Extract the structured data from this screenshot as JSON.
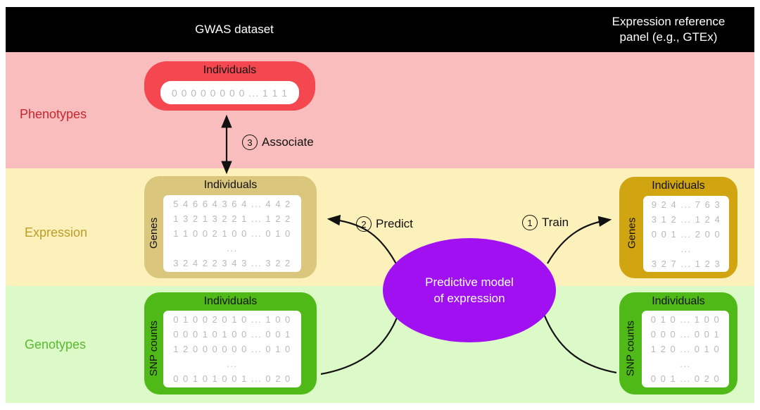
{
  "header": {
    "gwas_title": "GWAS dataset",
    "ref_title_line1": "Expression reference",
    "ref_title_line2": "panel (e.g., GTEx)"
  },
  "bands": {
    "phenotypes_label": "Phenotypes",
    "expression_label": "Expression",
    "genotypes_label": "Genotypes"
  },
  "boxes": {
    "phenotype_vector": {
      "title": "Individuals",
      "values": "0 0 0 0 0 0 0 0 ... 1 1 1"
    },
    "gwas_expression": {
      "title": "Individuals",
      "row_label": "Genes",
      "rows": [
        "5 4 6 6 4 3 6 4 ... 4 4 2",
        "1 3 2 1 3 2 2 1 ... 1 2 2",
        "1 1 0 0 2 1 0 0 ... 0 1 0",
        "...",
        "3 2 4 2 2 3 4 3 ... 3 2 2"
      ]
    },
    "ref_expression": {
      "title": "Individuals",
      "row_label": "Genes",
      "rows": [
        "9 2 4 ... 7 6 3",
        "3 1 2 ... 1 2 4",
        "0 0 1 ... 2 0 0",
        "...",
        "3 2 7 ... 1 2 3"
      ]
    },
    "gwas_genotypes": {
      "title": "Individuals",
      "row_label": "SNP counts",
      "rows": [
        "0 1 0 0 2 0 1 0 ... 1 0 0",
        "0 0 0 1 0 1 0 0 ... 0 0 1",
        "1 2 0 0 0 0 0 0 ... 0 1 0",
        "...",
        "0 0 1 0 1 0 0 1 ... 0 2 0"
      ]
    },
    "ref_genotypes": {
      "title": "Individuals",
      "row_label": "SNP counts",
      "rows": [
        "0 1 0 ... 1 0 0",
        "0 0 0 ... 0 0 1",
        "1 2 0 ... 0 1 0",
        "...",
        "0 0 1 ... 0 2 0"
      ]
    }
  },
  "model": {
    "line1": "Predictive model",
    "line2": "of expression"
  },
  "steps": {
    "train": {
      "number": "1",
      "label": "Train"
    },
    "predict": {
      "number": "2",
      "label": "Predict"
    },
    "associate": {
      "number": "3",
      "label": "Associate"
    }
  },
  "colors": {
    "header_bg": "#000000",
    "phenotype_band": "#f9bdbd",
    "expression_band": "#fcf0bb",
    "genotype_band": "#dcf9c8",
    "phenotype_box": "#f4474f",
    "gwas_expression_box": "#dbc67e",
    "ref_expression_box": "#d1a411",
    "genotype_box": "#4fba17",
    "model_ellipse": "#a110f1",
    "phenotypes_label_text": "#c9252f",
    "expression_label_text": "#bc9d28",
    "genotypes_label_text": "#59ba30",
    "matrix_digits": "#b6babd"
  }
}
